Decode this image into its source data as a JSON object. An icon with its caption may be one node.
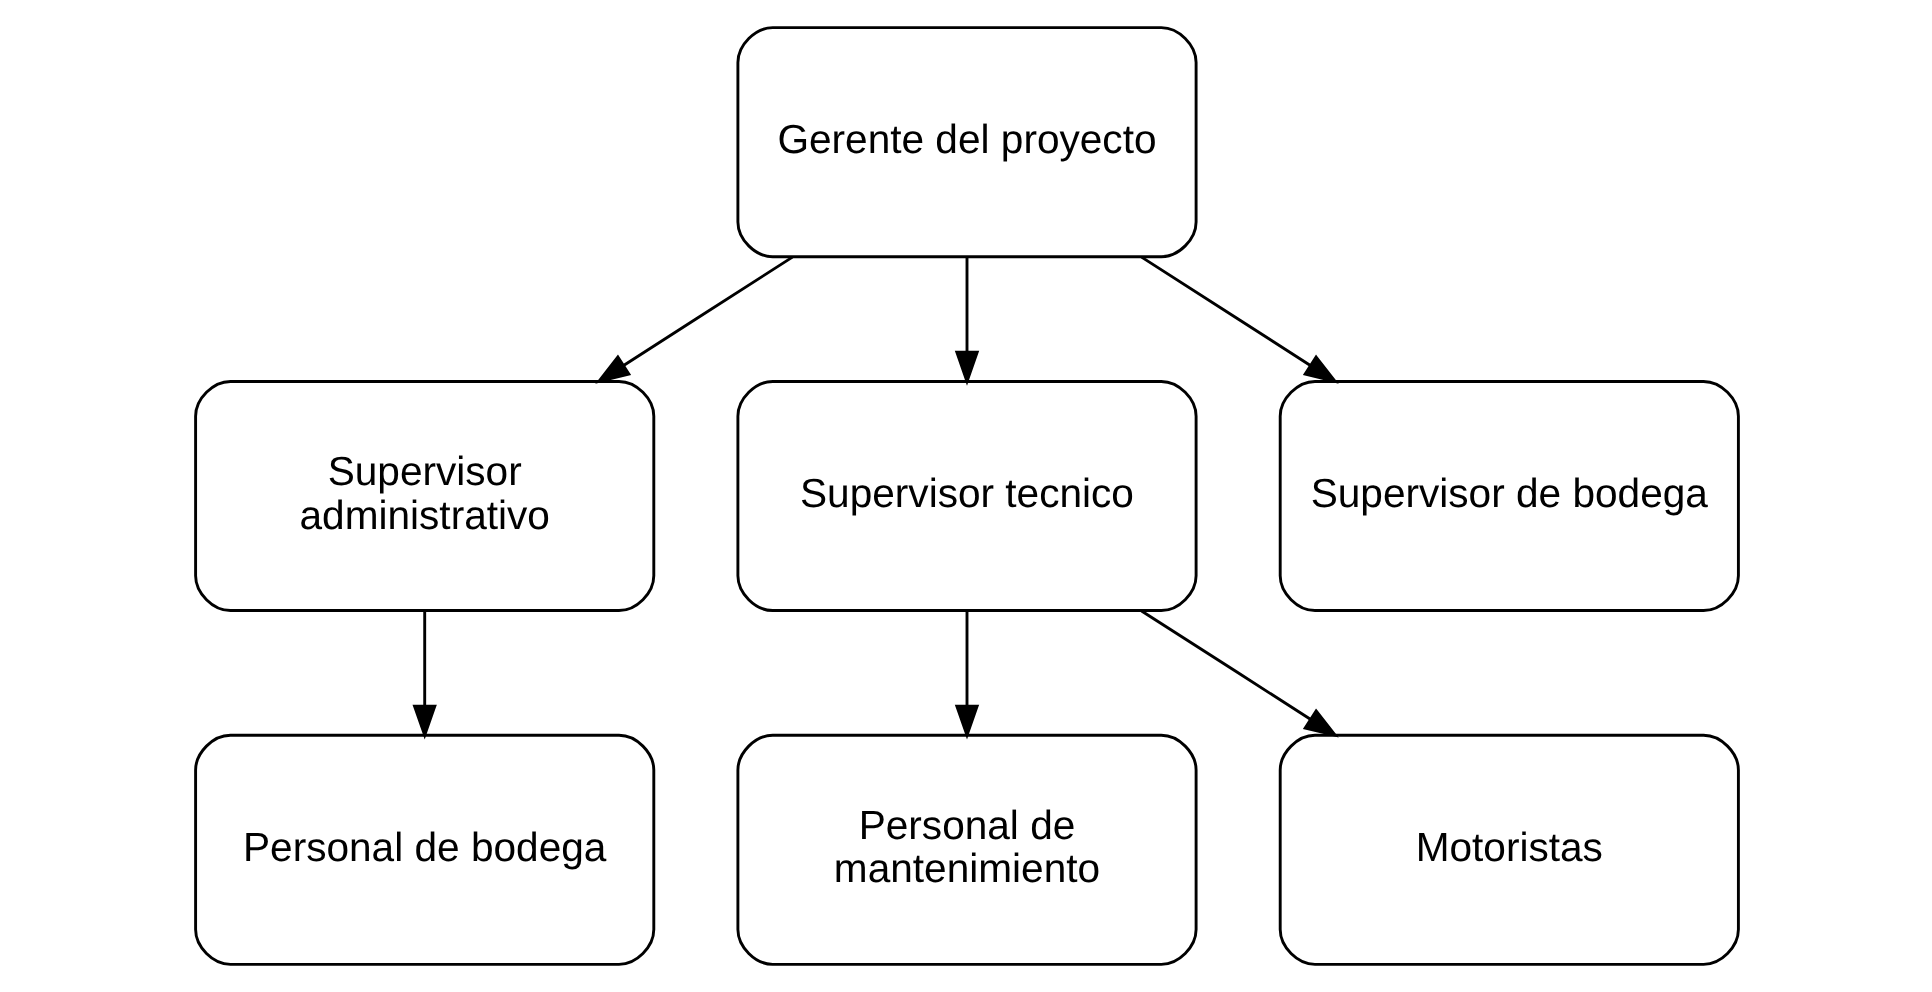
{
  "diagram": {
    "nodes": [
      {
        "text": [
          "Gerente del proyecto"
        ]
      },
      {
        "text": [
          "Supervisor administrativo"
        ]
      },
      {
        "text": [
          "Supervisor tecnico"
        ]
      },
      {
        "text": [
          "Supervisor de bodega"
        ]
      },
      {
        "text": [
          "Personal de bodega"
        ]
      },
      {
        "text": [
          "Personal de mantenimiento"
        ]
      },
      {
        "text": [
          "Motoristas"
        ]
      }
    ],
    "edges": [
      {
        "from": 0,
        "to": 1,
        "arrow": "to"
      },
      {
        "from": 0,
        "to": 2,
        "arrow": "to"
      },
      {
        "from": 0,
        "to": 3,
        "arrow": "to"
      },
      {
        "from": 1,
        "to": 4,
        "arrow": "to"
      },
      {
        "from": 2,
        "to": 5,
        "arrow": "to"
      },
      {
        "from": 2,
        "to": 6,
        "arrow": "to"
      }
    ]
  }
}
